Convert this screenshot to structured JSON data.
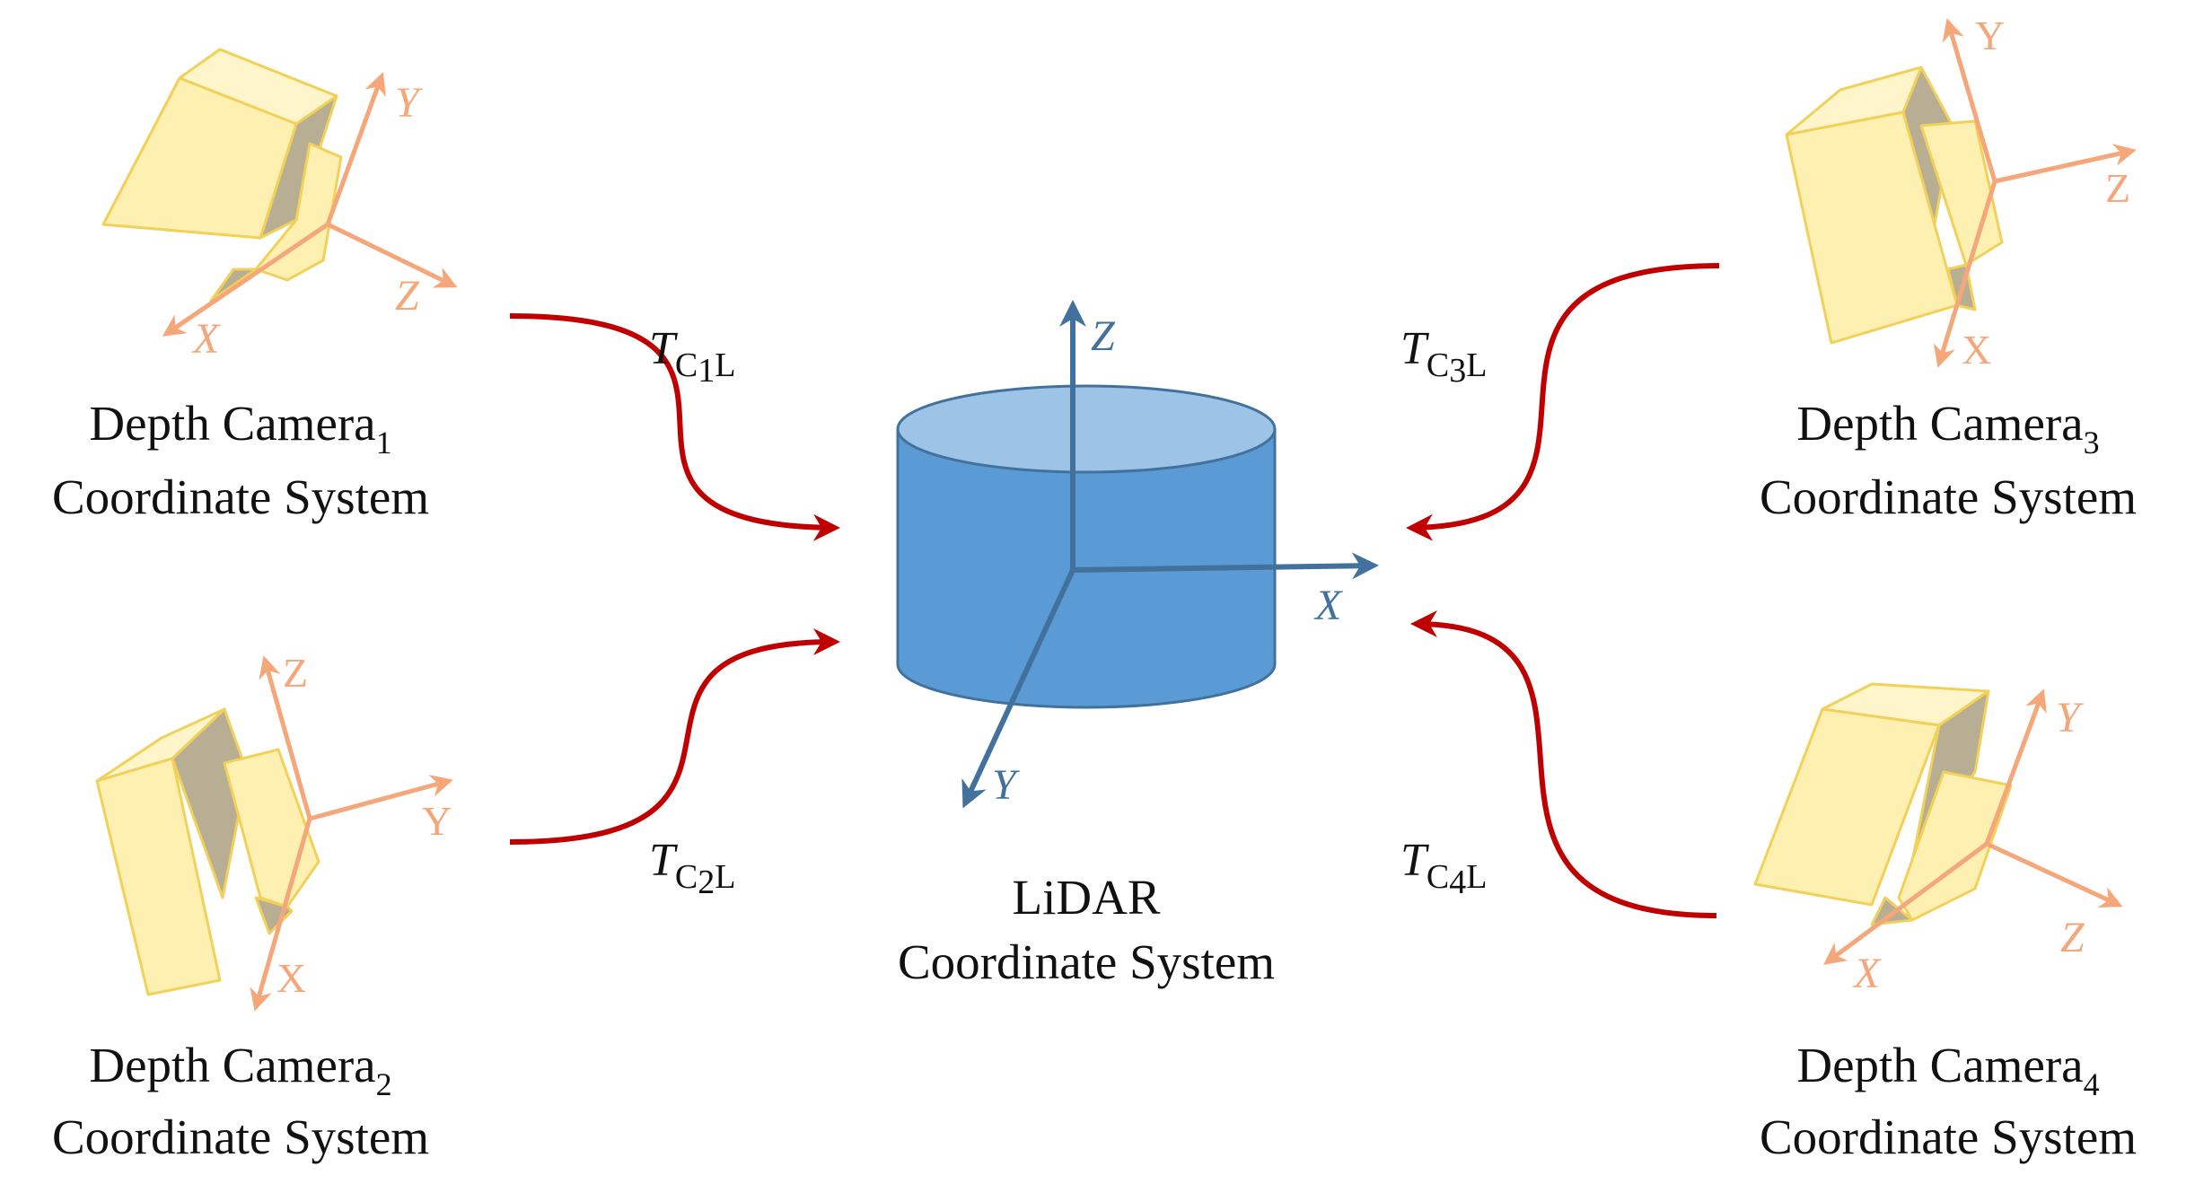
{
  "colors": {
    "camera_fill": "#FDF0B0",
    "camera_stroke": "#F2D15A",
    "camera_shadow": "#B8AE93",
    "camera_axis": "#F5A77A",
    "lidar_side": "#5B9BD5",
    "lidar_top": "#9DC3E6",
    "lidar_stroke": "#41719C",
    "lidar_axis": "#41719C",
    "arrow": "#C00000"
  },
  "cameras": [
    {
      "name": "Depth Camera",
      "index": "1",
      "subtitle": "Coordinate System",
      "axes": {
        "a": "Y",
        "b": "Z",
        "c": "X"
      }
    },
    {
      "name": "Depth Camera",
      "index": "2",
      "subtitle": "Coordinate System",
      "axes": {
        "a": "Z",
        "b": "Y",
        "c": "X"
      }
    },
    {
      "name": "Depth Camera",
      "index": "3",
      "subtitle": "Coordinate System",
      "axes": {
        "a": "Y",
        "b": "Z",
        "c": "X"
      }
    },
    {
      "name": "Depth Camera",
      "index": "4",
      "subtitle": "Coordinate System",
      "axes": {
        "a": "Y",
        "b": "Z",
        "c": "X"
      }
    }
  ],
  "lidar": {
    "title": "LiDAR",
    "subtitle": "Coordinate System",
    "axes": {
      "z": "Z",
      "x": "X",
      "y": "Y"
    }
  },
  "transforms": [
    {
      "symbol": "T",
      "sub_letter": "C",
      "sub_index": "1",
      "sub_suffix": "L"
    },
    {
      "symbol": "T",
      "sub_letter": "C",
      "sub_index": "2",
      "sub_suffix": "L"
    },
    {
      "symbol": "T",
      "sub_letter": "C",
      "sub_index": "3",
      "sub_suffix": "L"
    },
    {
      "symbol": "T",
      "sub_letter": "C",
      "sub_index": "4",
      "sub_suffix": "L"
    }
  ]
}
